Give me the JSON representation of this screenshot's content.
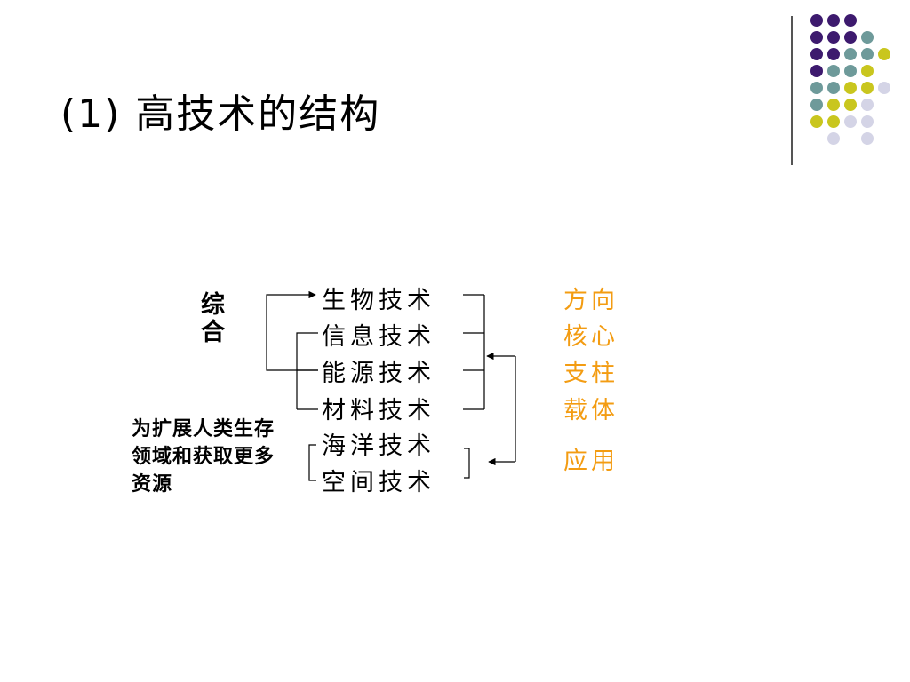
{
  "title": "(1)  高技术的结构",
  "technologies": [
    "生物技术",
    "信息技术",
    "能源技术",
    "材料技术",
    "海洋技术",
    "空间技术"
  ],
  "left_vertical_label": "综合",
  "left_description": "为扩展人类生存领域和获取更多资源",
  "right_roles": [
    "方向",
    "核心",
    "支柱",
    "载体",
    "应用"
  ],
  "colors": {
    "orange_text": "#f39c12",
    "dot_purple": "#3d1a6e",
    "dot_teal": "#6e9a9a",
    "dot_yellow": "#c9c61e",
    "dot_lavender": "#d4d4e6"
  }
}
